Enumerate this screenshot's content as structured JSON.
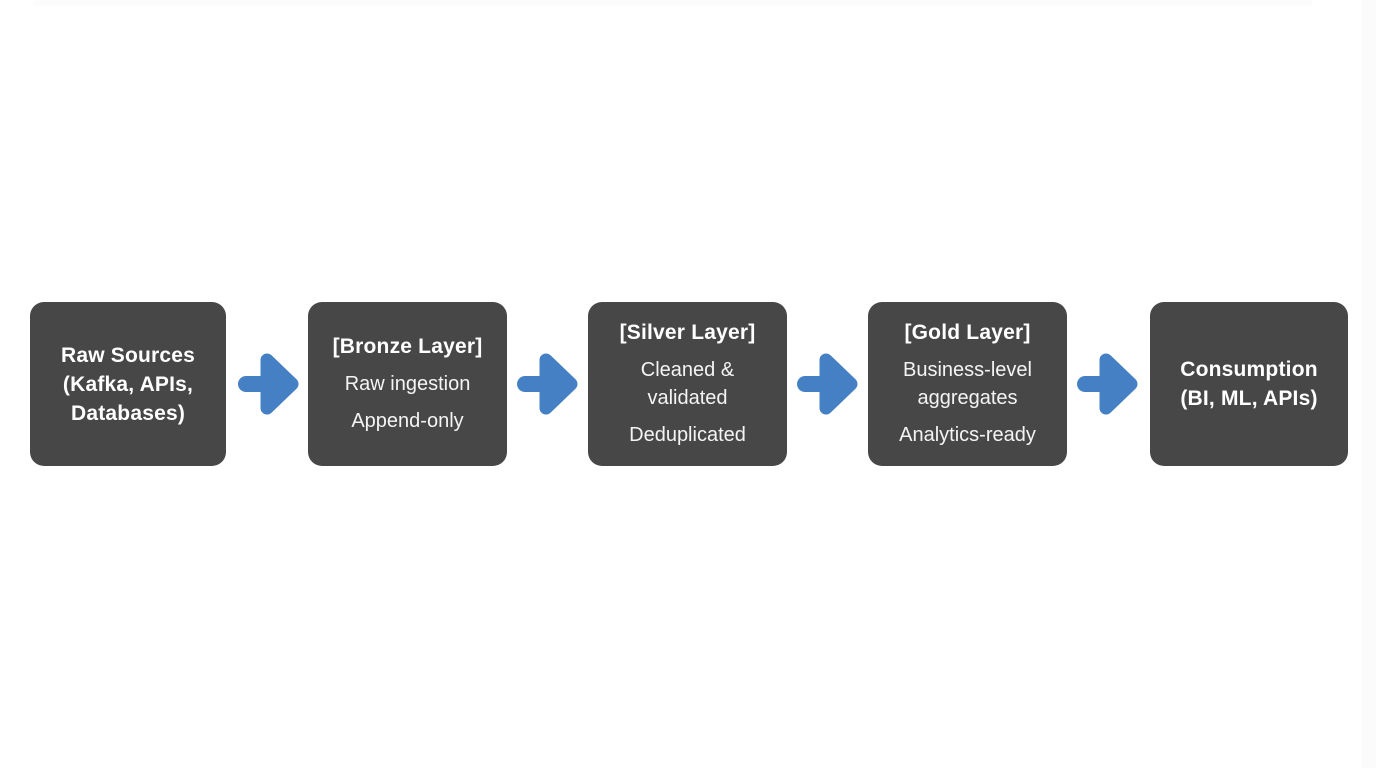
{
  "diagram": {
    "description": "Data pipeline flow: raw sources through medallion layers to consumption",
    "colors": {
      "page_background": "#ffffff",
      "node_background": "#474747",
      "node_text": "#ffffff",
      "arrow": "#4580c4"
    },
    "nodes": [
      {
        "id": "raw-sources",
        "lines": [
          "Raw Sources",
          "(Kafka, APIs,",
          "Databases)"
        ]
      },
      {
        "id": "bronze-layer",
        "header": "[Bronze Layer]",
        "items": [
          "Raw ingestion",
          "Append-only"
        ]
      },
      {
        "id": "silver-layer",
        "header": "[Silver Layer]",
        "items": [
          "Cleaned & validated",
          "Deduplicated"
        ]
      },
      {
        "id": "gold-layer",
        "header": "[Gold Layer]",
        "items": [
          "Business-level aggregates",
          "Analytics-ready"
        ]
      },
      {
        "id": "consumption",
        "lines": [
          "Consumption",
          "(BI, ML, APIs)"
        ]
      }
    ],
    "connections": [
      {
        "from": "raw-sources",
        "to": "bronze-layer"
      },
      {
        "from": "bronze-layer",
        "to": "silver-layer"
      },
      {
        "from": "silver-layer",
        "to": "gold-layer"
      },
      {
        "from": "gold-layer",
        "to": "consumption"
      }
    ]
  }
}
